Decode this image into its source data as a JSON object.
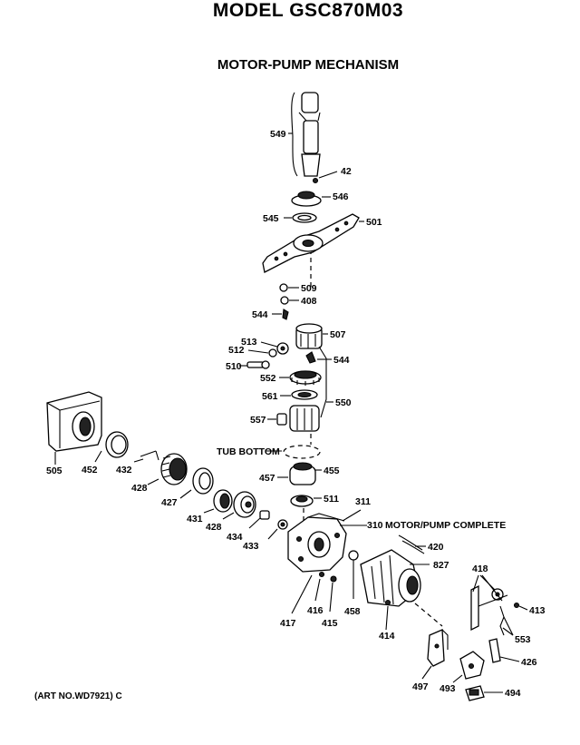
{
  "header": {
    "model": "MODEL GSC870M03",
    "section": "MOTOR-PUMP MECHANISM"
  },
  "footer": {
    "art_no": "(ART NO.WD7921) C"
  },
  "labels": {
    "tub_bottom": "TUB BOTTOM",
    "motor_pump_complete": "MOTOR/PUMP COMPLETE"
  },
  "parts": {
    "p549": "549",
    "p42": "42",
    "p546": "546",
    "p545": "545",
    "p501": "501",
    "p509": "509",
    "p408": "408",
    "p544a": "544",
    "p507": "507",
    "p512": "512",
    "p513": "513",
    "p510": "510",
    "p544b": "544",
    "p552": "552",
    "p561": "561",
    "p550": "550",
    "p557": "557",
    "p505": "505",
    "p452": "452",
    "p432": "432",
    "p428a": "428",
    "p427": "427",
    "p431": "431",
    "p428b": "428",
    "p434": "434",
    "p433": "433",
    "p457": "457",
    "p455": "455",
    "p511": "511",
    "p311": "311",
    "p310": "310",
    "p420": "420",
    "p827": "827",
    "p418": "418",
    "p413": "413",
    "p417": "417",
    "p416": "416",
    "p415": "415",
    "p458": "458",
    "p414": "414",
    "p553": "553",
    "p426": "426",
    "p497": "497",
    "p493": "493",
    "p494": "494"
  }
}
